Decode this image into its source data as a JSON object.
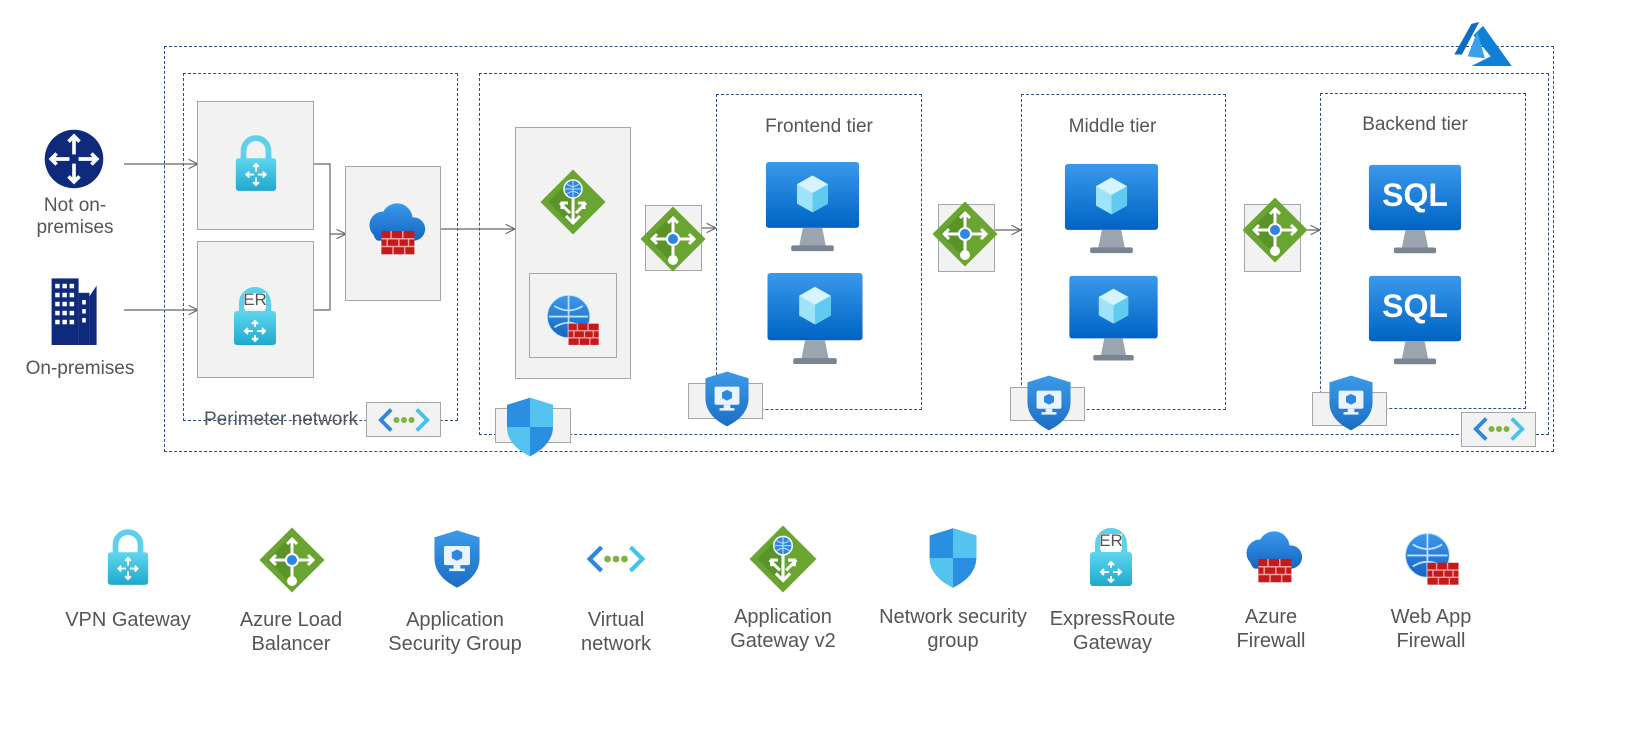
{
  "colors": {
    "border_dash": "#2f4f7f",
    "tile_bg": "#f2f2f2",
    "tile_border": "#a6a6a6",
    "vpn_cyan": "#32bedd",
    "lb_green": "#5e9624",
    "vm_blue": "#0078d4",
    "firewall_red": "#c41a1a",
    "azure_blue": "#0072c6"
  },
  "onprem": {
    "router_label": "Not on-premises",
    "building_label": "On-premises"
  },
  "perimeter": {
    "label": "Perimeter network"
  },
  "tiers": {
    "frontend": "Frontend tier",
    "middle": "Middle tier",
    "backend": "Backend tier"
  },
  "sql_text": "SQL",
  "er_text": "ER",
  "legend": [
    {
      "icon": "vpn-gateway-icon",
      "label": "VPN Gateway"
    },
    {
      "icon": "load-balancer-icon",
      "label": "Azure Load Balancer"
    },
    {
      "icon": "application-security-group-icon",
      "label": "Application Security Group"
    },
    {
      "icon": "virtual-network-icon",
      "label": "Virtual network"
    },
    {
      "icon": "application-gateway-icon",
      "label": "Application Gateway v2"
    },
    {
      "icon": "network-security-group-icon",
      "label": "Network security group"
    },
    {
      "icon": "expressroute-gateway-icon",
      "label": "ExpressRoute Gateway"
    },
    {
      "icon": "azure-firewall-icon",
      "label": "Azure Firewall"
    },
    {
      "icon": "web-app-firewall-icon",
      "label": "Web App Firewall"
    }
  ]
}
